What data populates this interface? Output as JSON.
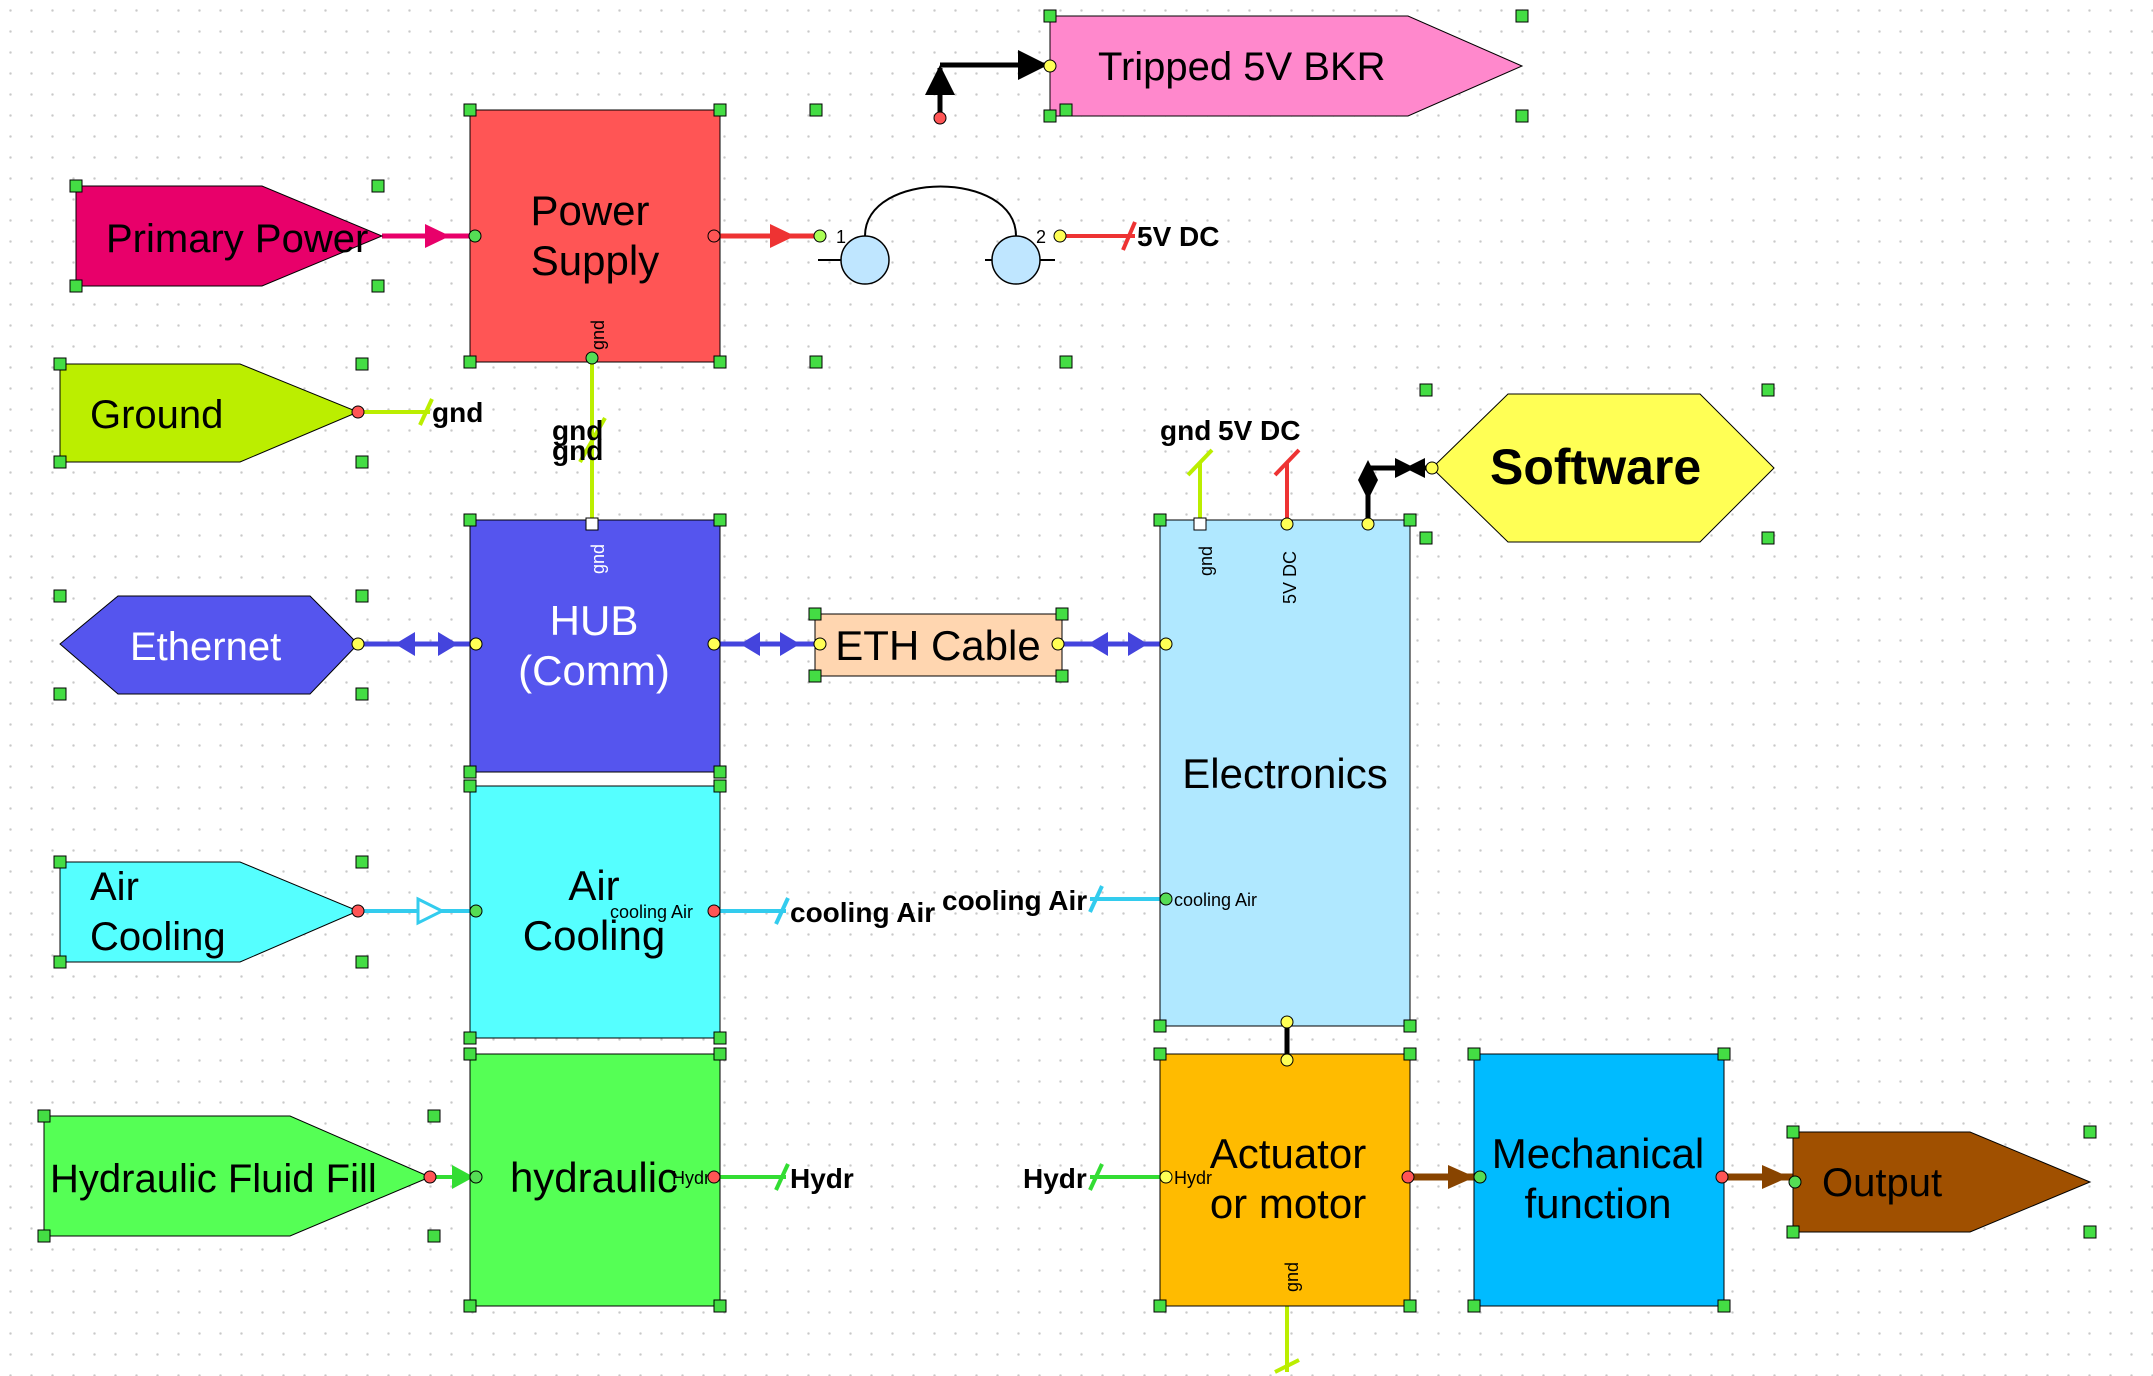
{
  "diagram": {
    "external": {
      "tripped": "Tripped 5V BKR",
      "primary_power": "Primary Power",
      "ground": "Ground",
      "ethernet": "Ethernet",
      "air_cooling_1": "Air",
      "air_cooling_2": "Cooling",
      "hydraulic_fill": "Hydraulic Fluid Fill",
      "software": "Software",
      "output": "Output"
    },
    "blocks": {
      "power_supply_1": "Power",
      "power_supply_2": "Supply",
      "hub_1": "HUB",
      "hub_2": "(Comm)",
      "air_cooling_1": "Air",
      "air_cooling_2": "Cooling",
      "hydraulic": "hydraulic",
      "eth_cable": "ETH Cable",
      "electronics": "Electronics",
      "actuator_1": "Actuator",
      "actuator_2": "or motor",
      "mechanical_1": "Mechanical",
      "mechanical_2": "function"
    },
    "ports": {
      "gnd": "gnd",
      "five_v_dc": "5V DC",
      "cooling_air": "cooling Air",
      "hydr": "Hydr",
      "fuse_pin_1": "1",
      "fuse_pin_2": "2"
    },
    "colors": {
      "tripped": "#ff88cc",
      "primary_power": "#e8006a",
      "power_supply": "#ff5555",
      "ground": "#bbee00",
      "ethernet": "#5555ee",
      "hub": "#5555ee",
      "eth_cable": "#ffd6b0",
      "electronics": "#b0e8ff",
      "software": "#ffff55",
      "air_cooling": "#55ffff",
      "hydraulic": "#55ff55",
      "actuator": "#ffbb00",
      "mechanical": "#00bbff",
      "output": "#a05000"
    }
  }
}
